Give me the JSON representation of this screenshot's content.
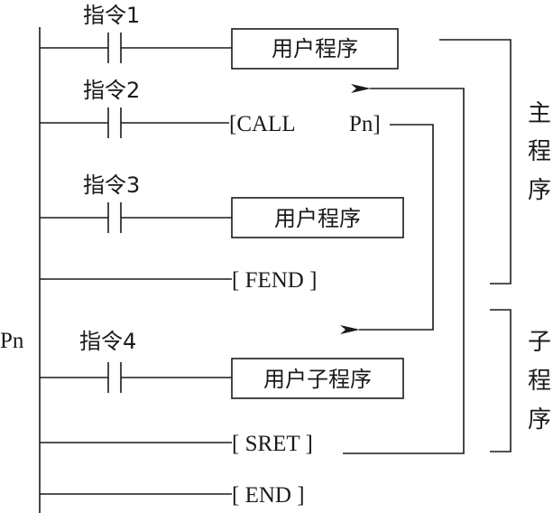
{
  "contacts": [
    "指令1",
    "指令2",
    "指令3",
    "指令4"
  ],
  "boxes": [
    "用户程序",
    "用户程序",
    "用户子程序"
  ],
  "call_left": "[CALL",
  "call_right": "Pn]",
  "fend": "[ FEND ]",
  "sret": "[ SRET ]",
  "end": "[ END ]",
  "pn_label": "Pn",
  "main_bracket": [
    "主",
    "程",
    "序"
  ],
  "sub_bracket": [
    "子",
    "程",
    "序"
  ]
}
